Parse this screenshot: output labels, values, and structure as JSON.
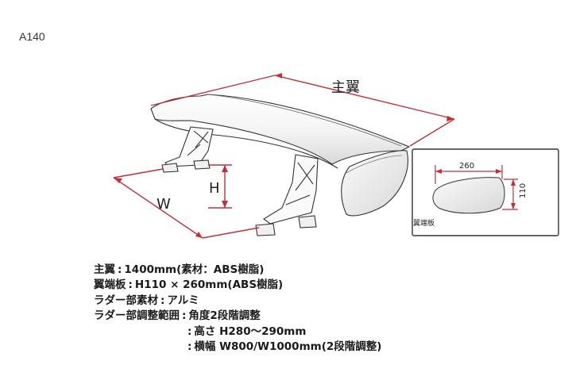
{
  "model_code": "A140",
  "diagram": {
    "main_wing_label": "主翼",
    "height_label": "H",
    "width_label": "W",
    "endplate_width": "260",
    "endplate_height": "110",
    "endplate_caption": "翼端板"
  },
  "specs": [
    {
      "key": "主翼",
      "value": "1400mm(素材：ABS樹脂)"
    },
    {
      "key": "翼端板",
      "value": "H110 × 260mm(ABS樹脂)"
    },
    {
      "key": "ラダー部素材",
      "value": "アルミ"
    },
    {
      "key": "ラダー部調整範囲",
      "value": "角度2段階調整"
    },
    {
      "key": "",
      "value": "高さ H280〜290mm"
    },
    {
      "key": "",
      "value": "横幅 W800/W1000mm(2段階調整)"
    }
  ],
  "colors": {
    "dimension_line": "#c0303a",
    "outline": "#333333"
  }
}
